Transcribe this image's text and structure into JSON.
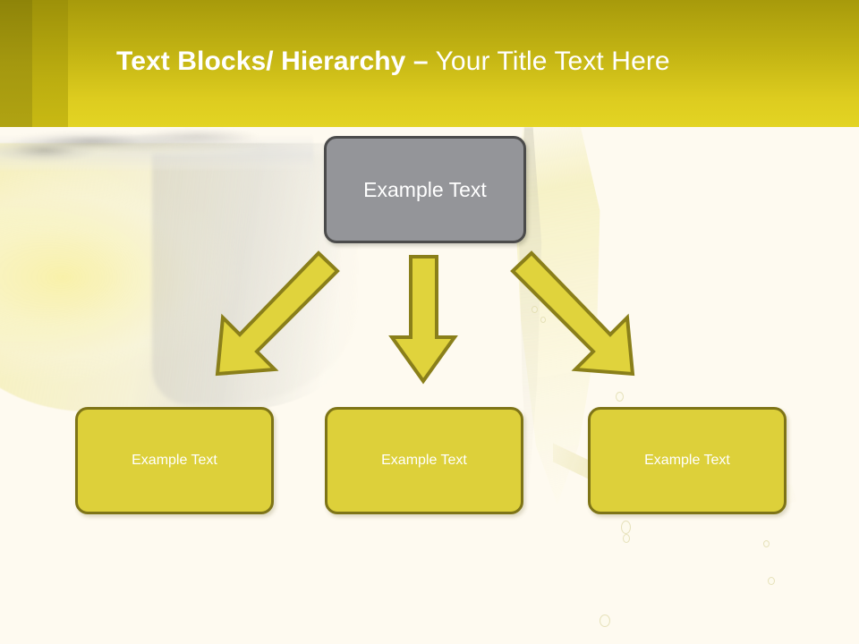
{
  "slide": {
    "background_color": "#fefaf0",
    "header": {
      "title_strong": "Text Blocks/ Hierarchy –",
      "title_light": " Your Title Text Here",
      "accent_dark": "#8e8409",
      "accent_mid": "#bbad10",
      "accent_main": "#ddcc1f",
      "title_color": "#ffffff"
    },
    "diagram": {
      "type": "hierarchy",
      "parent": {
        "label": "Example Text",
        "fill": "#949599",
        "border": "#4b4b4b",
        "text_color": "#ffffff"
      },
      "children": [
        {
          "label": "Example Text",
          "fill": "#ddd03a",
          "border": "#7e7417",
          "text_color": "#ffffff"
        },
        {
          "label": "Example Text",
          "fill": "#ddd03a",
          "border": "#7e7417",
          "text_color": "#ffffff"
        },
        {
          "label": "Example Text",
          "fill": "#ddd03a",
          "border": "#7e7417",
          "text_color": "#ffffff"
        }
      ],
      "connectors": [
        {
          "name": "arrow-down-left",
          "direction": "down-left",
          "fill": "#e0d33c",
          "stroke": "#8a7f1a"
        },
        {
          "name": "arrow-down",
          "direction": "down",
          "fill": "#e0d33c",
          "stroke": "#8a7f1a"
        },
        {
          "name": "arrow-down-right",
          "direction": "down-right",
          "fill": "#e0d33c",
          "stroke": "#8a7f1a"
        }
      ]
    },
    "background_image": {
      "name": "pouring-beer-photo",
      "description": "Faded photo of a glass of pale golden beer at left with a liquid stream and splash at right"
    }
  }
}
